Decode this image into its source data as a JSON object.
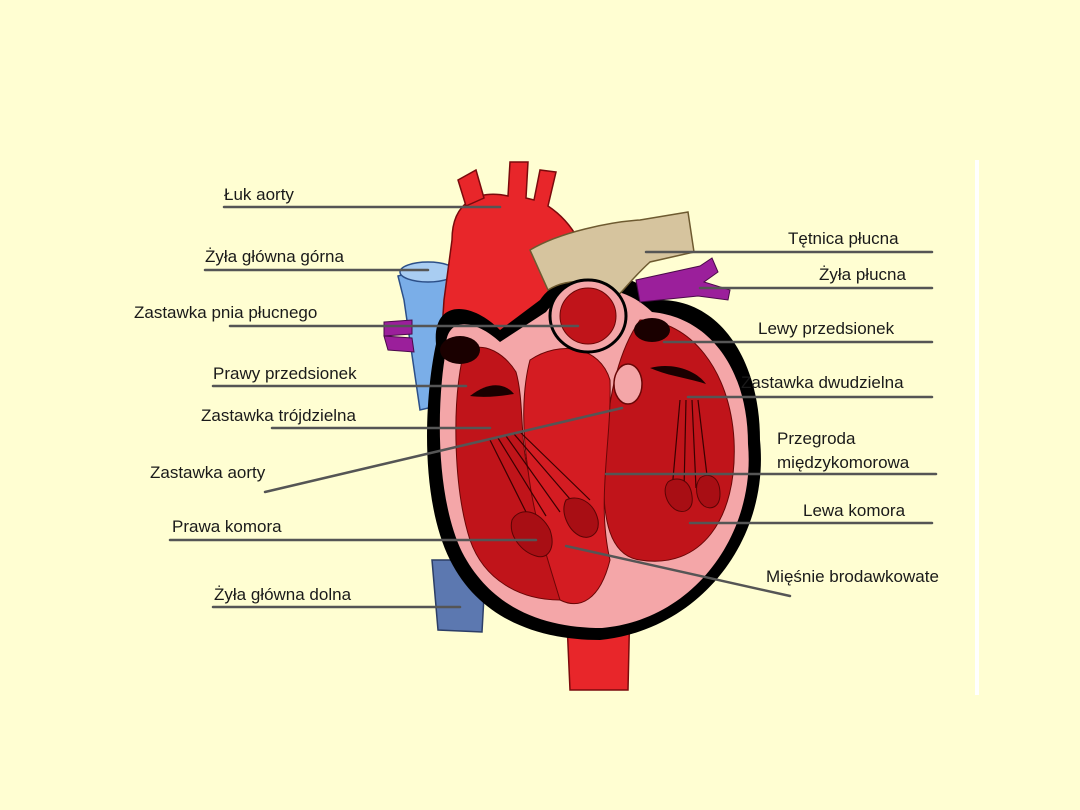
{
  "colors": {
    "background": "#fffed2",
    "aorta": "#e8262a",
    "heart_outline": "#000000",
    "lining": "#f4a6a8",
    "myocardium": "#c0141a",
    "superior_vena_cava": "#7aaee8",
    "inferior_vena_cava": "#5c78b0",
    "pulmonary_artery": "#d6c49e",
    "pulmonary_veins": "#9b1f9b",
    "leader_line": "#555555"
  },
  "labels": {
    "aortic_arch": "Łuk aorty",
    "superior_vena_cava": "Żyła główna górna",
    "pulmonary_valve": "Zastawka pnia płucnego",
    "right_atrium": "Prawy przedsionek",
    "tricuspid_valve": "Zastawka trójdzielna",
    "aortic_valve": "Zastawka aorty",
    "right_ventricle": "Prawa komora",
    "inferior_vena_cava": "Żyła główna dolna",
    "pulmonary_artery": "Tętnica płucna",
    "pulmonary_vein": "Żyła płucna",
    "left_atrium": "Lewy przedsionek",
    "mitral_valve": "Zastawka dwudzielna",
    "septum_line1": "Przegroda",
    "septum_line2": "międzykomorowa",
    "left_ventricle": "Lewa komora",
    "papillary_muscles": "Mięśnie brodawkowate"
  }
}
